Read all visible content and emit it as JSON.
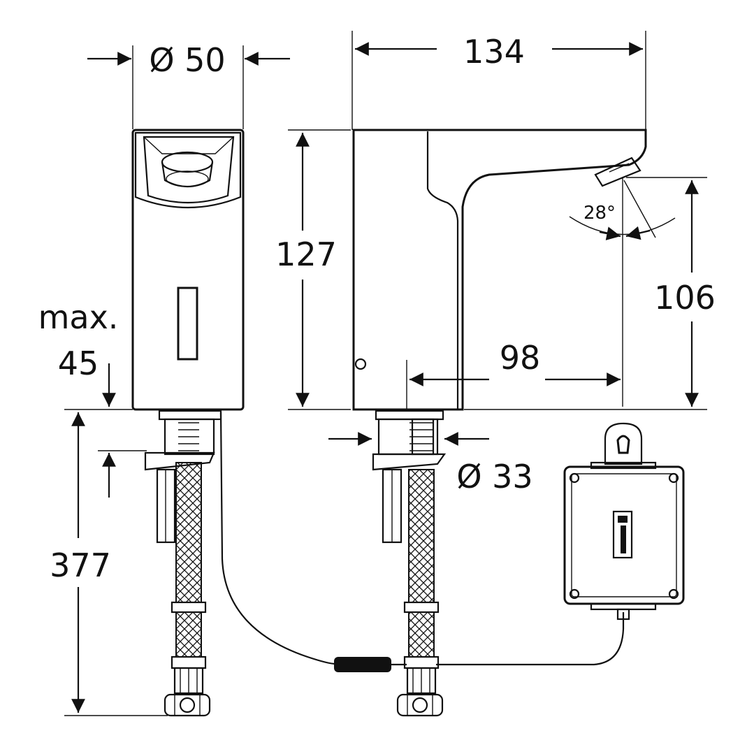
{
  "dimensions": {
    "diameter_top": "Ø 50",
    "width_total": "134",
    "height_total": "127",
    "max_label": "max.",
    "max_value": "45",
    "outlet_height": "106",
    "reach": "98",
    "angle": "28°",
    "diameter_shank": "Ø 33",
    "hose_length": "377"
  },
  "colors": {
    "line": "#111111",
    "background": "#ffffff"
  },
  "icons": {
    "control_box": "electronic-control-box-icon",
    "info_symbol": "info-i-icon"
  }
}
